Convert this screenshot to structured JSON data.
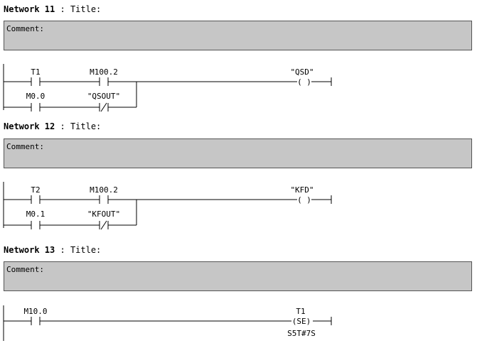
{
  "networks": [
    {
      "header_label": "Network 11",
      "header_sep": " : ",
      "header_title": "Title:",
      "comment_label": "Comment:",
      "contact_a": "T1",
      "contact_b": "M100.2",
      "parallel_a": "M0.0",
      "parallel_b": "\"QSOUT\"",
      "coil_label": "\"QSD\"",
      "coil_symbol": "( )"
    },
    {
      "header_label": "Network 12",
      "header_sep": " : ",
      "header_title": "Title:",
      "comment_label": "Comment:",
      "contact_a": "T2",
      "contact_b": "M100.2",
      "parallel_a": "M0.1",
      "parallel_b": "\"KFOUT\"",
      "coil_label": "\"KFD\"",
      "coil_symbol": "( )"
    },
    {
      "header_label": "Network 13",
      "header_sep": " : ",
      "header_title": "Title:",
      "comment_label": "Comment:",
      "contact_a": "M10.0",
      "coil_label": "T1",
      "coil_symbol": "(SE)",
      "coil_param": "S5T#7S"
    }
  ]
}
